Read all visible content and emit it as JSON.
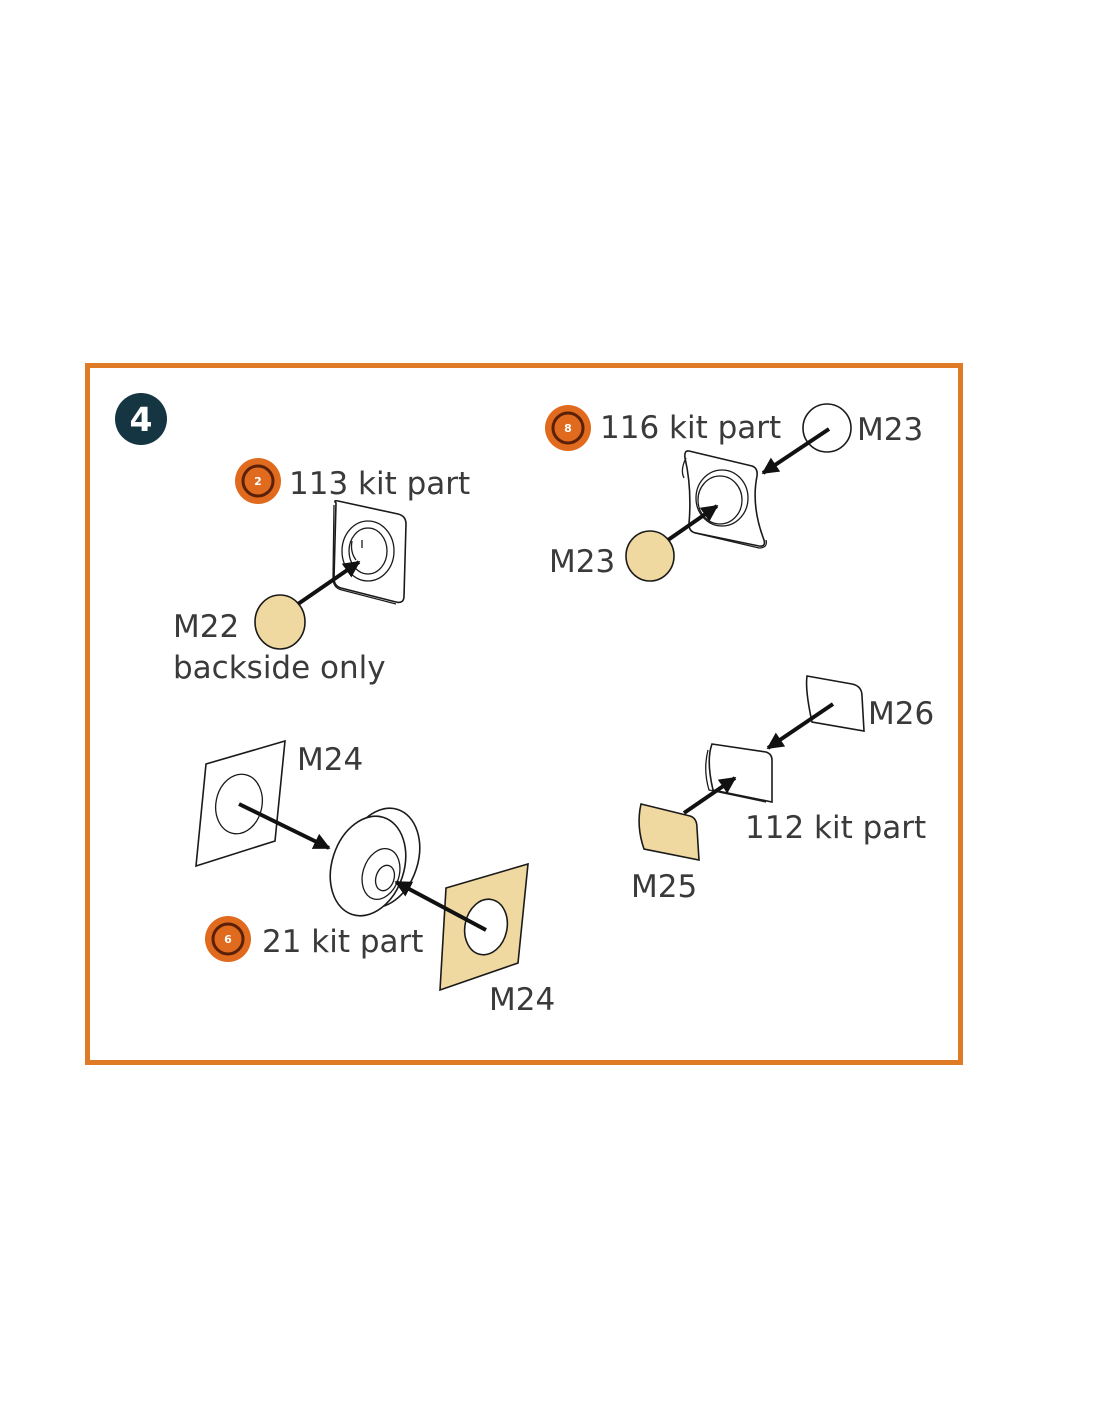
{
  "colors": {
    "frame": "#e07b25",
    "badge": "#163543",
    "etched": "#f0d9a0",
    "icon_orange": "#e06a1e",
    "icon_dark": "#5a2008"
  },
  "step": {
    "number": "4"
  },
  "groups": {
    "m22": {
      "kit_icon_number": "2",
      "kit_label": "113 kit part",
      "part_label": "M22",
      "note": "backside only"
    },
    "m23": {
      "kit_icon_number": "8",
      "kit_label": "116 kit part",
      "part_label_top": "M23",
      "part_label_bottom": "M23"
    },
    "m24": {
      "kit_icon_number": "6",
      "kit_label": "21 kit part",
      "part_label_top": "M24",
      "part_label_bottom": "M24"
    },
    "m25_m26": {
      "kit_label": "112 kit part",
      "part_label_m26": "M26",
      "part_label_m25": "M25"
    }
  }
}
